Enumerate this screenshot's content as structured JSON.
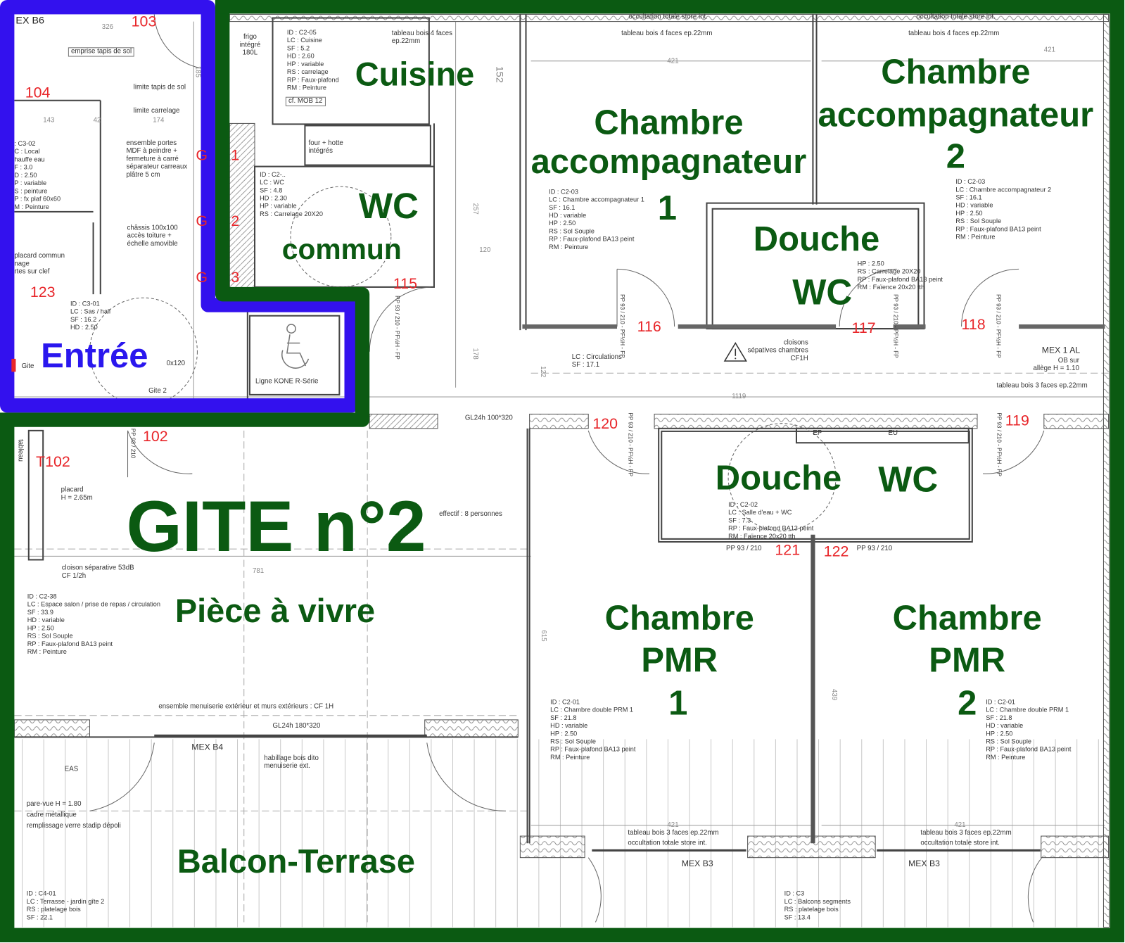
{
  "title": "GITE n°2",
  "colors": {
    "green": "#0b5a12",
    "blue": "#2a17ee",
    "red": "#e8262a"
  },
  "rooms": {
    "cuisine": "Cuisine",
    "wc_commun": [
      "WC",
      "commun"
    ],
    "chambre_acc_1": [
      "Chambre",
      "accompagnateur",
      "1"
    ],
    "chambre_acc_2": [
      "Chambre",
      "accompagnateur",
      "2"
    ],
    "douche_wc_top": [
      "Douche",
      "WC"
    ],
    "entree": "Entrée",
    "piece_a_vivre": "Pièce à vivre",
    "douche_bottom": "Douche",
    "wc_bottom": "WC",
    "chambre_pmr_1": [
      "Chambre",
      "PMR",
      "1"
    ],
    "chambre_pmr_2": [
      "Chambre",
      "PMR",
      "2"
    ],
    "balcon": "Balcon-Terrase"
  },
  "door_numbers": [
    "103",
    "104",
    "123",
    "115",
    "116",
    "117",
    "118",
    "120",
    "119",
    "121",
    "122",
    "102",
    "T102",
    "G",
    "1",
    "G",
    "2",
    "G",
    "3"
  ],
  "notes": {
    "ex_b6": "EX B6",
    "emprise": "emprise tapis de sol",
    "limite_tapis": "limite tapis de sol",
    "limite_carrelage": "limite carrelage",
    "portes": [
      "ensemble portes",
      "MDF à peindre +",
      "fermeture à carré",
      "séparateur carreaux",
      "plâtre 5 cm"
    ],
    "chassis": [
      "châssis 100x100",
      "accès toiture +",
      "échelle amovible"
    ],
    "placard_commun": [
      "placard commun",
      "nage",
      "rtes sur clef"
    ],
    "gite": "Gite",
    "gite2": "Gite 2",
    "dim_0x120": "0x120",
    "frigo": [
      "frigo",
      "intégré",
      "180L"
    ],
    "tableau4_cuisine": [
      "tableau bois 4 faces",
      "ep.22mm"
    ],
    "mob12": "cf. MOB 12",
    "four": [
      "four + hotte",
      "intégrés"
    ],
    "kone": "Ligne KONE R-Série",
    "occultation": "occultation totale store int.",
    "tableau4": "tableau bois 4 faces ep.22mm",
    "cloisons": [
      "cloisons",
      "sépatives chambres",
      "CF1H"
    ],
    "circulations": [
      "LC : Circulations",
      "SF : 17.1"
    ],
    "mex1al": "MEX 1 AL",
    "allege": [
      "OB sur",
      "allège H = 1.10"
    ],
    "tableau3": "tableau bois 3 faces ep.22mm",
    "gl24h_100": "GL24h 100*320",
    "pp93": "PP 93 / 210",
    "door_tag": "PP 93 / 210 - PF½H - FP",
    "ep": "EP",
    "eu": "EU",
    "placard": [
      "placard",
      "H = 2.65m"
    ],
    "tableau": "tableau",
    "effectif": "effectif : 8 personnes",
    "cloison_sep": [
      "cloison séparative 53dB",
      "CF 1/2h"
    ],
    "menuiserie": "ensemble menuiserie extérieur et murs extérieurs : CF 1H",
    "gl24h_180": "GL24h 180*320",
    "mex_b4": "MEX B4",
    "habillage": [
      "habillage bois dito",
      "menuiserie ext."
    ],
    "eas": "EAS",
    "parevue": [
      "pare-vue H = 1.80",
      "cadre métallique",
      "remplissage verre stadip dépoli"
    ],
    "mex_b3": "MEX B3",
    "occultation_b": "occultation totale store int.",
    "tableau3_b": "tableau bois 3 faces ep.22mm"
  },
  "dimensions": [
    "326",
    "143",
    "42",
    "174",
    "185",
    "152",
    "257",
    "120",
    "178",
    "122",
    "1119",
    "421",
    "421",
    "781",
    "421",
    "421",
    "439",
    "615"
  ],
  "info_blocks": {
    "local": [
      ": C3-02",
      "C : Local",
      "hauffe eau",
      "F : 3.0",
      "D : 2.50",
      "P : variable",
      "S : peinture",
      "P : fx plaf 60x60",
      "M : Peinture"
    ],
    "sas": [
      "ID : C3-01",
      "LC : Sas / hall",
      "SF : 16.2",
      "HD : 2.50"
    ],
    "cuisine": [
      "ID : C2-05",
      "LC : Cuisine",
      "SF : 5.2",
      "HD : 2.60",
      "HP : variable",
      "RS : carrelage",
      "RP : Faux-plafond",
      "RM : Peinture"
    ],
    "wc": [
      "ID : C2-..",
      "LC : WC",
      "SF : 4.8",
      "HD : 2.30",
      "HP : variable",
      "RS : Carrelage 20X20"
    ],
    "acc1": [
      "ID : C2-03",
      "LC : Chambre accompagnateur 1",
      "SF : 16.1",
      "HD : variable",
      "HP : 2.50",
      "RS : Sol Souple",
      "RP : Faux-plafond  BA13 peint",
      "RM : Peinture"
    ],
    "acc2": [
      "ID : C2-03",
      "LC : Chambre accompagnateur 2",
      "SF : 16.1",
      "HD : variable",
      "HP : 2.50",
      "RS : Sol Souple",
      "RP : Faux-plafond  BA13 peint",
      "RM : Peinture"
    ],
    "douche_top": [
      "HP : 2.50",
      "RS : Carrelage 20X20",
      "RP : Faux-plafond BA13 peint",
      "RM : Faïence 20x20 tth"
    ],
    "salle_eau": [
      "ID : C2-02",
      "LC : Salle d'eau + WC",
      "SF : 7.3",
      "RP : Faux-plafond BA13 peint",
      "RM : Faïence 20x20 tth"
    ],
    "vivre": [
      "ID : C2-38",
      "LC : Espace salon / prise de repas / circulation",
      "SF : 33.9",
      "HD : variable",
      "HP : 2.50",
      "RS : Sol Souple",
      "RP : Faux-plafond  BA13 peint",
      "RM : Peinture"
    ],
    "pmr1": [
      "ID : C2-01",
      "LC : Chambre double PRM 1",
      "SF : 21.8",
      "HD : variable",
      "HP : 2.50",
      "RS : Sol Souple",
      "RP : Faux-plafond  BA13 peint",
      "RM : Peinture"
    ],
    "pmr2": [
      "ID : C2-01",
      "LC : Chambre double PRM 1",
      "SF : 21.8",
      "HD : variable",
      "HP : 2.50",
      "RS : Sol Souple",
      "RP : Faux-plafond  BA13 peint",
      "RM : Peinture"
    ],
    "terrasse": [
      "ID : C4-01",
      "LC : Terrasse - jardin gîte 2",
      "RS : platelage bois",
      "SF : 22.1"
    ],
    "balcons": [
      "ID : C3",
      "LC : Balcons segments",
      "RS : platelage bois",
      "SF : 13.4"
    ]
  }
}
